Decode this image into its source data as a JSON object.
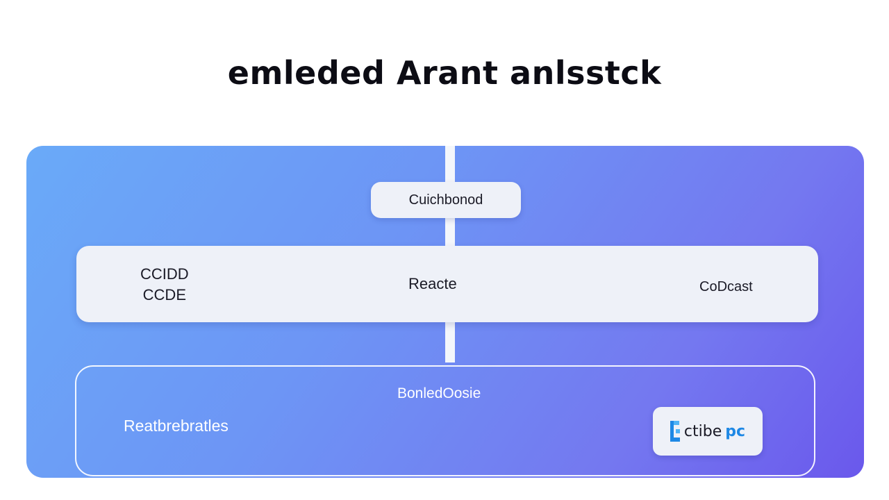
{
  "title": "emleded Arant anlsstck",
  "top_node": {
    "label": "Cuichbonod"
  },
  "middle_bar": {
    "left_line_1": "CCIDD",
    "left_line_2": "CCDE",
    "center": "Reacte",
    "right": "CoDcast"
  },
  "bottom_box": {
    "title": "BonledOosie",
    "left_label": "Reatbrebratles",
    "logo": {
      "text": "ctibe",
      "accent": "pc"
    }
  },
  "colors": {
    "panel_gradient_start": "#6aaaf8",
    "panel_gradient_end": "#6a58ec",
    "card_background": "#eef1f8",
    "logo_accent": "#1e88e5"
  }
}
